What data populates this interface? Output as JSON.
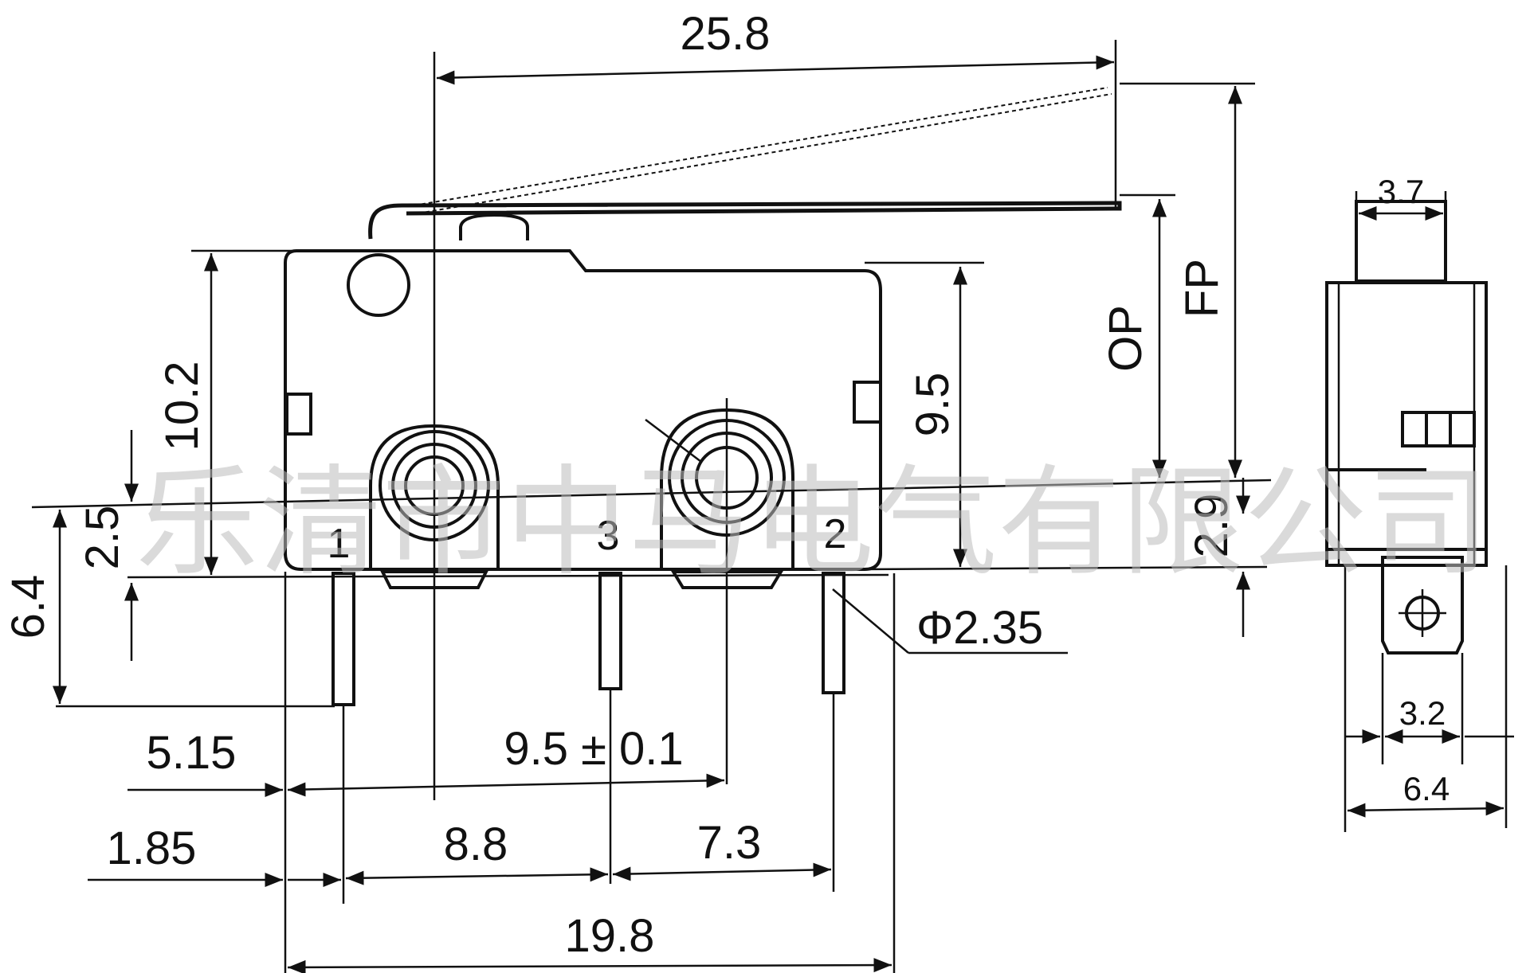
{
  "watermark": "乐清市中马电气有限公司",
  "front_view": {
    "dimensions": {
      "overall_length": "25.8",
      "body_height": "10.2",
      "height_to_hole": "9.5",
      "hole_offset": "2.5",
      "pin_length": "6.4",
      "pin_stub": "2.9",
      "hole_diameter": "Φ2.35",
      "left_to_hole": "5.15",
      "hole_pitch": "9.5 ± 0.1",
      "left_to_pin1": "1.85",
      "pin1_to_pin3": "8.8",
      "pin3_to_pin2": "7.3",
      "body_length": "19.8"
    },
    "labels": {
      "op": "OP",
      "fp": "FP"
    },
    "pins": [
      "1",
      "3",
      "2"
    ]
  },
  "side_view": {
    "dimensions": {
      "actuator_width": "3.7",
      "terminal_width": "3.2",
      "body_width": "6.4"
    }
  },
  "colors": {
    "ink": "#111111",
    "watermark": "#bdbdbd",
    "background": "#ffffff"
  }
}
